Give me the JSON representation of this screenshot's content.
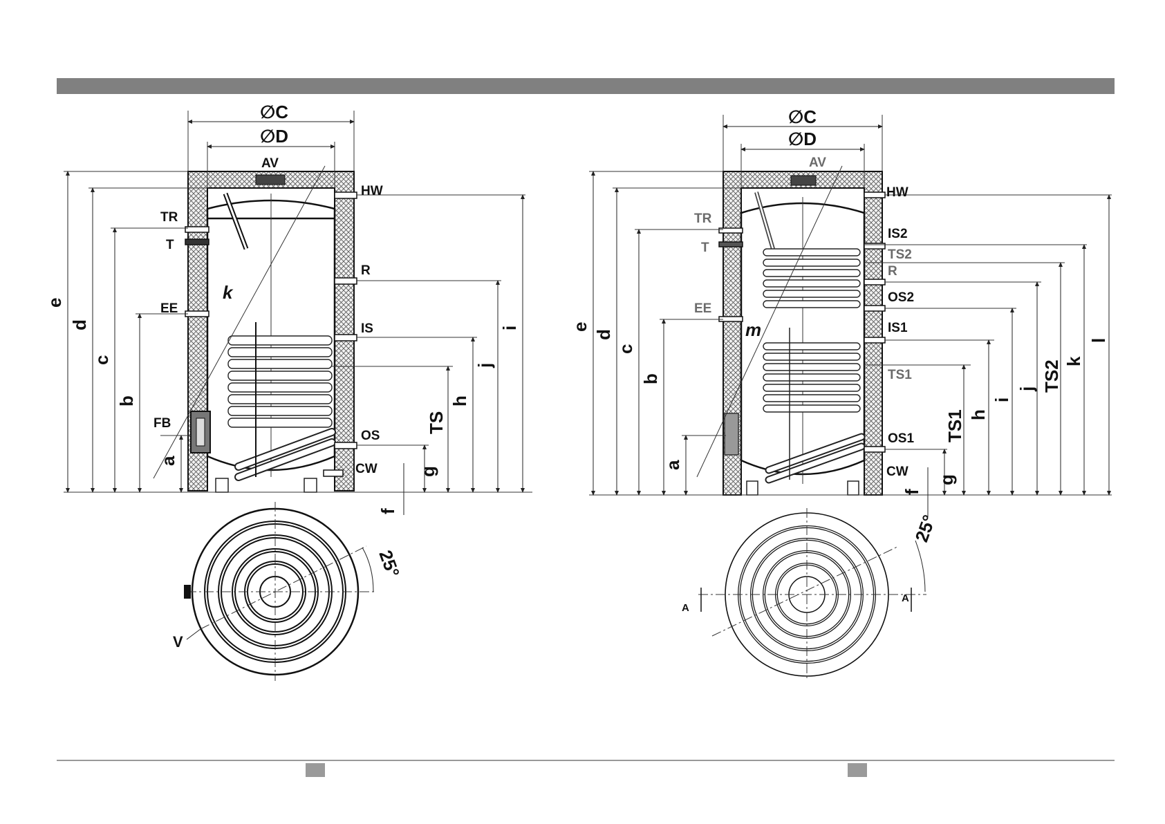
{
  "header_bar_color": "#808080",
  "footer_box_color": "#9a9a9a",
  "diagram_left": {
    "top_labels": {
      "diameter_outer": "∅C",
      "diameter_inner": "∅D",
      "vent": "AV"
    },
    "connections_right": [
      "HW",
      "R",
      "IS",
      "OS",
      "CW"
    ],
    "connections_left": [
      "TR",
      "T",
      "EE",
      "FB"
    ],
    "dims_left": [
      "e",
      "d",
      "c",
      "b",
      "a"
    ],
    "dims_right": [
      "i",
      "j",
      "h",
      "TS",
      "g",
      "f"
    ],
    "diagonal": "k",
    "angle": "25°",
    "plan_label": "V"
  },
  "diagram_right": {
    "top_labels": {
      "diameter_outer": "∅C",
      "diameter_inner": "∅D",
      "vent": "AV"
    },
    "connections_right": [
      "HW",
      "IS2",
      "TS2",
      "R",
      "OS2",
      "IS1",
      "TS1",
      "OS1",
      "CW"
    ],
    "connections_left": [
      "TR",
      "T",
      "EE"
    ],
    "dims_left": [
      "e",
      "d",
      "c",
      "b",
      "a"
    ],
    "dims_right": [
      "TS1",
      "h",
      "i",
      "j",
      "TS2",
      "k",
      "l",
      "g",
      "f"
    ],
    "diagonal": "m",
    "angle": "25°",
    "section_label": "A"
  }
}
